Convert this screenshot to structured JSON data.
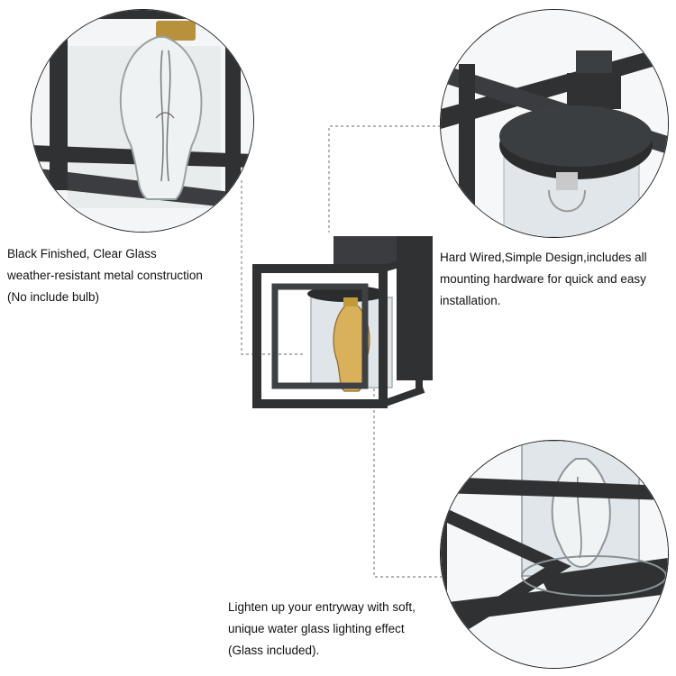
{
  "captions": {
    "top_left": {
      "line1": "Black Finished, Clear Glass",
      "line2": "weather-resistant metal construction",
      "line3": "(No include bulb)"
    },
    "top_right": {
      "line1": "Hard Wired,Simple Design,includes all",
      "line2": "mounting hardware for quick and easy",
      "line3": "installation."
    },
    "bottom": {
      "line1": "Lighten up your entryway with soft,",
      "line2": "unique water glass lighting effect",
      "line3": "(Glass included)."
    }
  },
  "colors": {
    "metal": "#2f3133",
    "metal_light": "#55585a",
    "glass": "#cfd6da",
    "bulb_glow": "#c9a24a",
    "leader_line": "#888888"
  }
}
